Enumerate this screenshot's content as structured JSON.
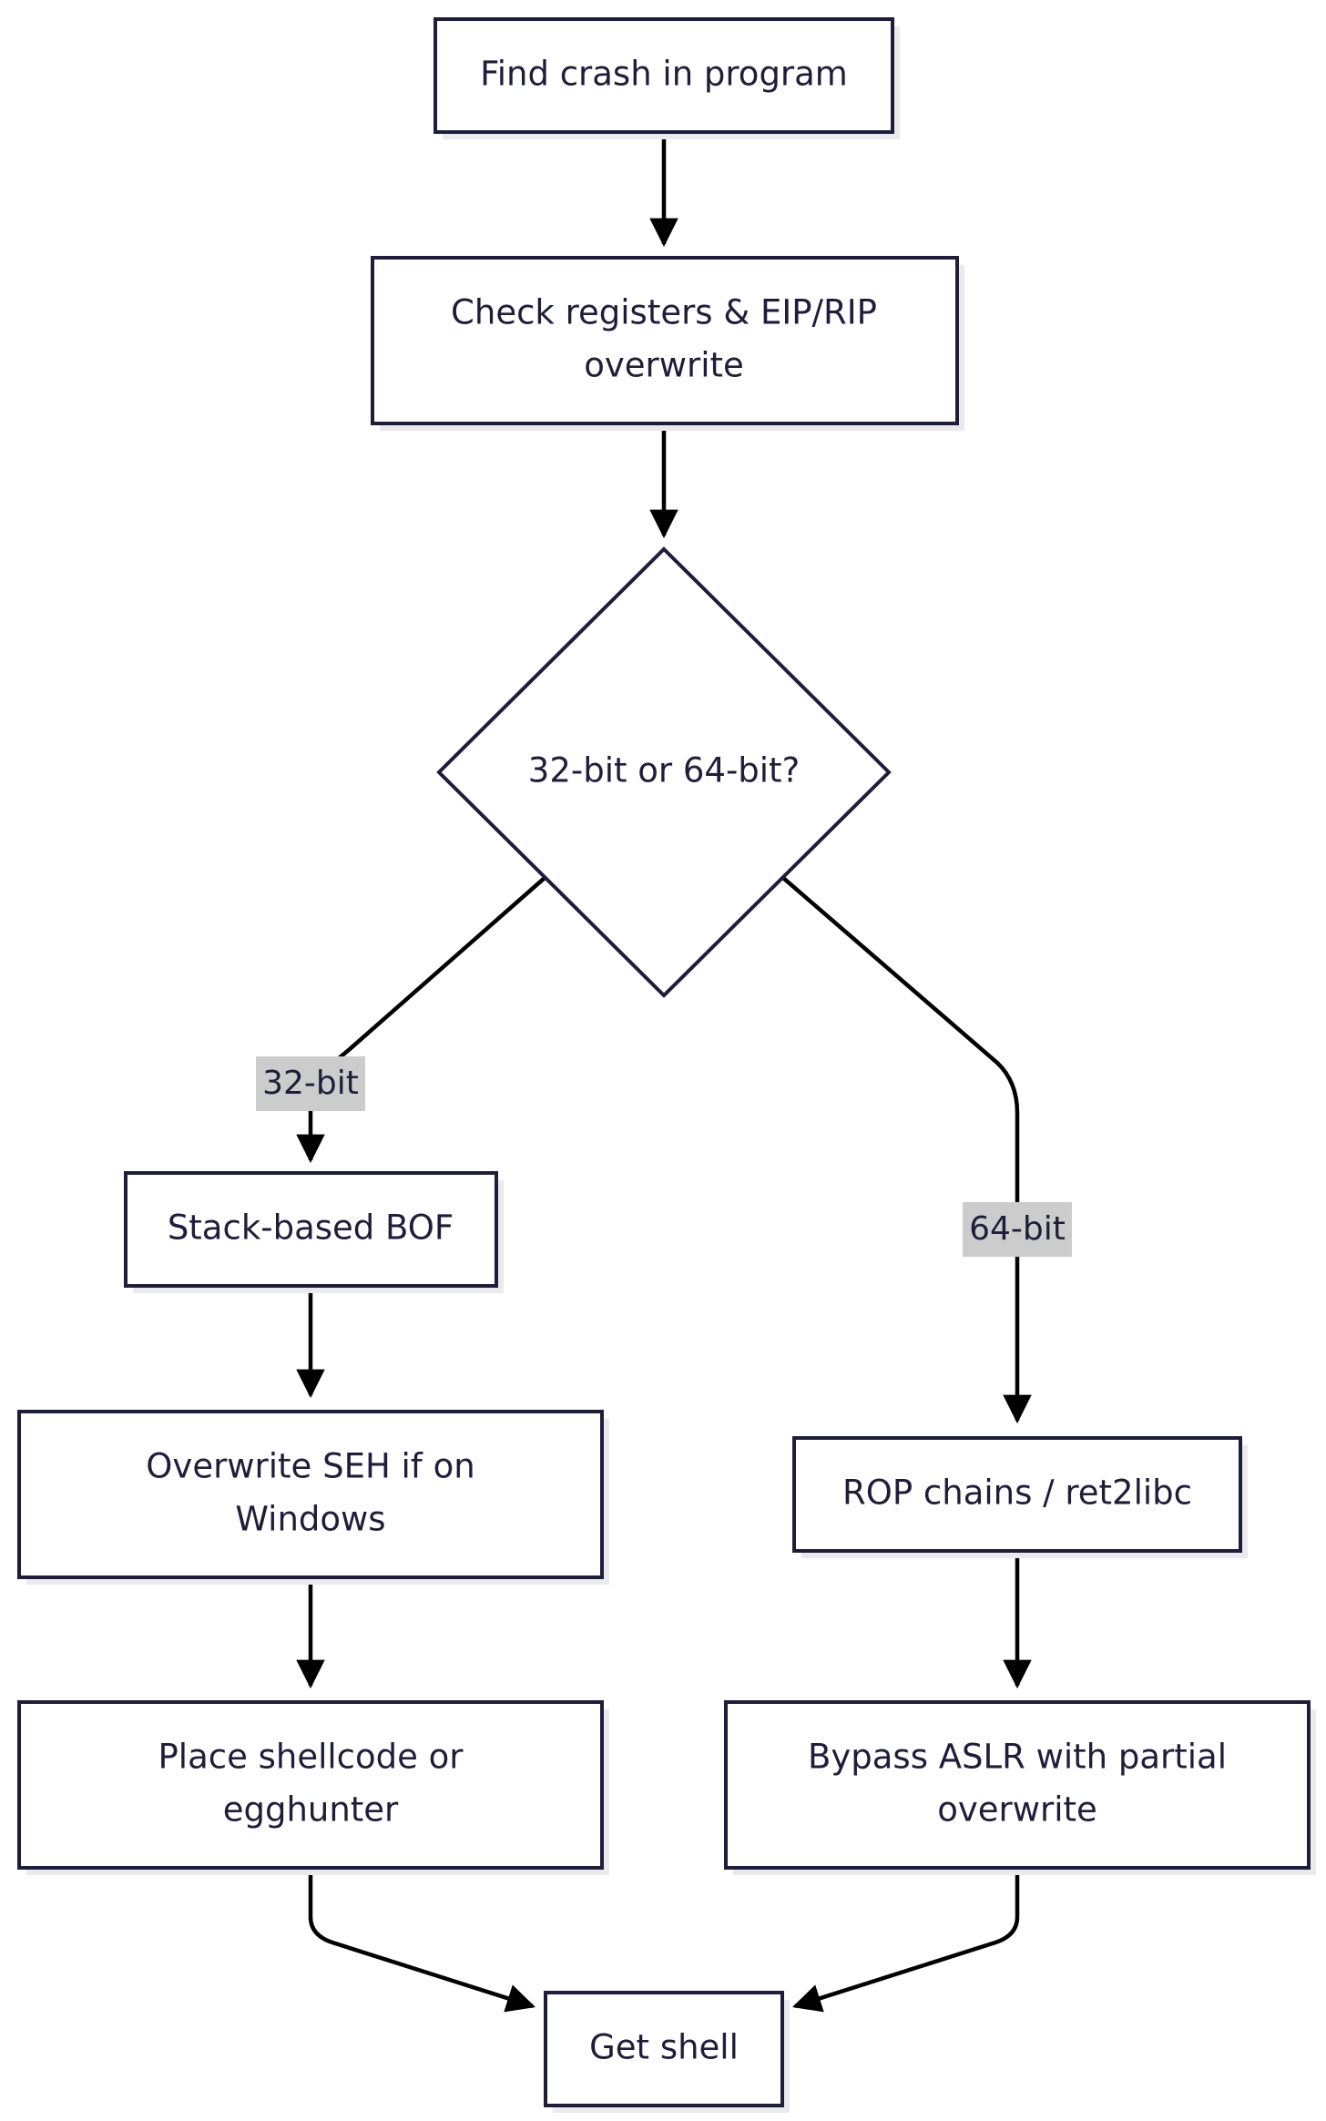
{
  "nodes": {
    "find_crash": {
      "lines": [
        "Find crash in program"
      ]
    },
    "check_registers": {
      "lines": [
        "Check registers & EIP/RIP",
        "overwrite"
      ]
    },
    "arch_decision": {
      "lines": [
        "32-bit or 64-bit?"
      ]
    },
    "stack_bof": {
      "lines": [
        "Stack-based BOF"
      ]
    },
    "overwrite_seh": {
      "lines": [
        "Overwrite SEH if on",
        "Windows"
      ]
    },
    "place_shellcode": {
      "lines": [
        "Place shellcode or",
        "egghunter"
      ]
    },
    "rop_chains": {
      "lines": [
        "ROP chains / ret2libc"
      ]
    },
    "bypass_aslr": {
      "lines": [
        "Bypass ASLR with partial",
        "overwrite"
      ]
    },
    "get_shell": {
      "lines": [
        "Get shell"
      ]
    }
  },
  "edges": {
    "to_32bit": {
      "label": "32-bit"
    },
    "to_64bit": {
      "label": "64-bit"
    }
  },
  "colors": {
    "node_stroke": "#1e1e3a",
    "node_text": "#1e1e3a",
    "edge": "#000000",
    "edge_label_bg": "#cccccc"
  }
}
